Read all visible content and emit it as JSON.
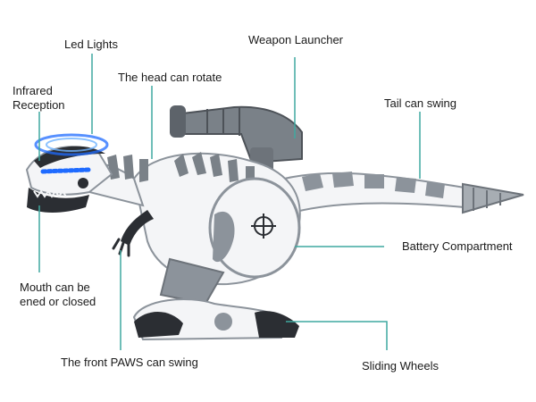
{
  "labels": {
    "led_lights": "Led Lights",
    "weapon_launcher": "Weapon Launcher",
    "infrared_line1": "Infrared",
    "infrared_line2": "Reception",
    "head_rotate": "The head can rotate",
    "tail_swing": "Tail can swing",
    "battery": "Battery Compartment",
    "mouth_line1": "Mouth can be",
    "mouth_line2": "ened or closed",
    "front_paws": "The front PAWS can swing",
    "sliding_wheels": "Sliding Wheels"
  },
  "colors": {
    "leader_line": "#3fa9a0",
    "robot_white": "#f4f5f7",
    "robot_grey": "#8c939b",
    "robot_dark": "#2b2e33",
    "led_blue": "#1f6bff"
  }
}
